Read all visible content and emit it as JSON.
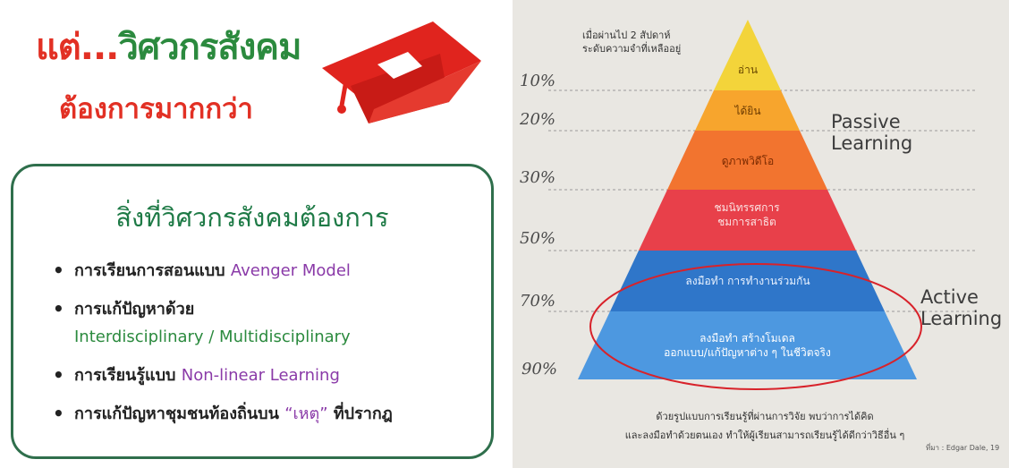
{
  "left": {
    "headline_part1": "แต่...",
    "headline_part2": "วิศวกรสังคม",
    "headline_line2": "ต้องการมากกว่า",
    "box": {
      "title": "สิ่งที่วิศวกรสังคมต้องการ",
      "bullets": [
        {
          "text": "การเรียนการสอนแบบ ",
          "accent": "Avenger Model"
        },
        {
          "text": "การแก้ปัญหาด้วย",
          "accent": "Interdisciplinary / Multidisciplinary"
        },
        {
          "text": "การเรียนรู้แบบ ",
          "accent": "Non-linear Learning"
        },
        {
          "text": "การแก้ปัญหาชุมชนท้องถิ่นบน ",
          "accent": "“เหตุ”",
          "suffix": " ที่ปรากฎ"
        }
      ]
    }
  },
  "right": {
    "top_note_line1": "เมื่อผ่านไป 2 สัปดาห์",
    "top_note_line2": "ระดับความจำที่เหลืออยู่",
    "percentages": [
      "10%",
      "20%",
      "30%",
      "50%",
      "70%",
      "90%"
    ],
    "layers": [
      {
        "label": "อ่าน",
        "color": "#f3d43a"
      },
      {
        "label": "ได้ยิน",
        "color": "#f7a52d"
      },
      {
        "label": "ดูภาพวิดีโอ",
        "color": "#f2742f"
      },
      {
        "label_line1": "ชมนิทรรศการ",
        "label_line2": "ชมการสาธิต",
        "color": "#e8404a"
      },
      {
        "label": "ลงมือทำ การทำงานร่วมกัน",
        "color": "#2f76c9"
      },
      {
        "label_line1": "ลงมือทำ สร้างโมเดล",
        "label_line2": "ออกแบบ/แก้ปัญหาต่าง ๆ ในชีวิตจริง",
        "color": "#4d98e0"
      }
    ],
    "passive_line1": "Passive",
    "passive_line2": "Learning",
    "active_line1": "Active",
    "active_line2": "Learning",
    "bottom_note_line1": "ด้วยรูปแบบการเรียนรู้ที่ผ่านการวิจัย พบว่าการได้คิด",
    "bottom_note_line2": "และลงมือทำด้วยตนเอง ทำให้ผู้เรียนสามารถเรียนรู้ได้ดีกว่าวิธีอื่น ๆ",
    "credit": "ที่มา : Edgar Dale, 19",
    "colors": {
      "circle": "#d8222a",
      "dash": "#9a9a9a"
    }
  }
}
